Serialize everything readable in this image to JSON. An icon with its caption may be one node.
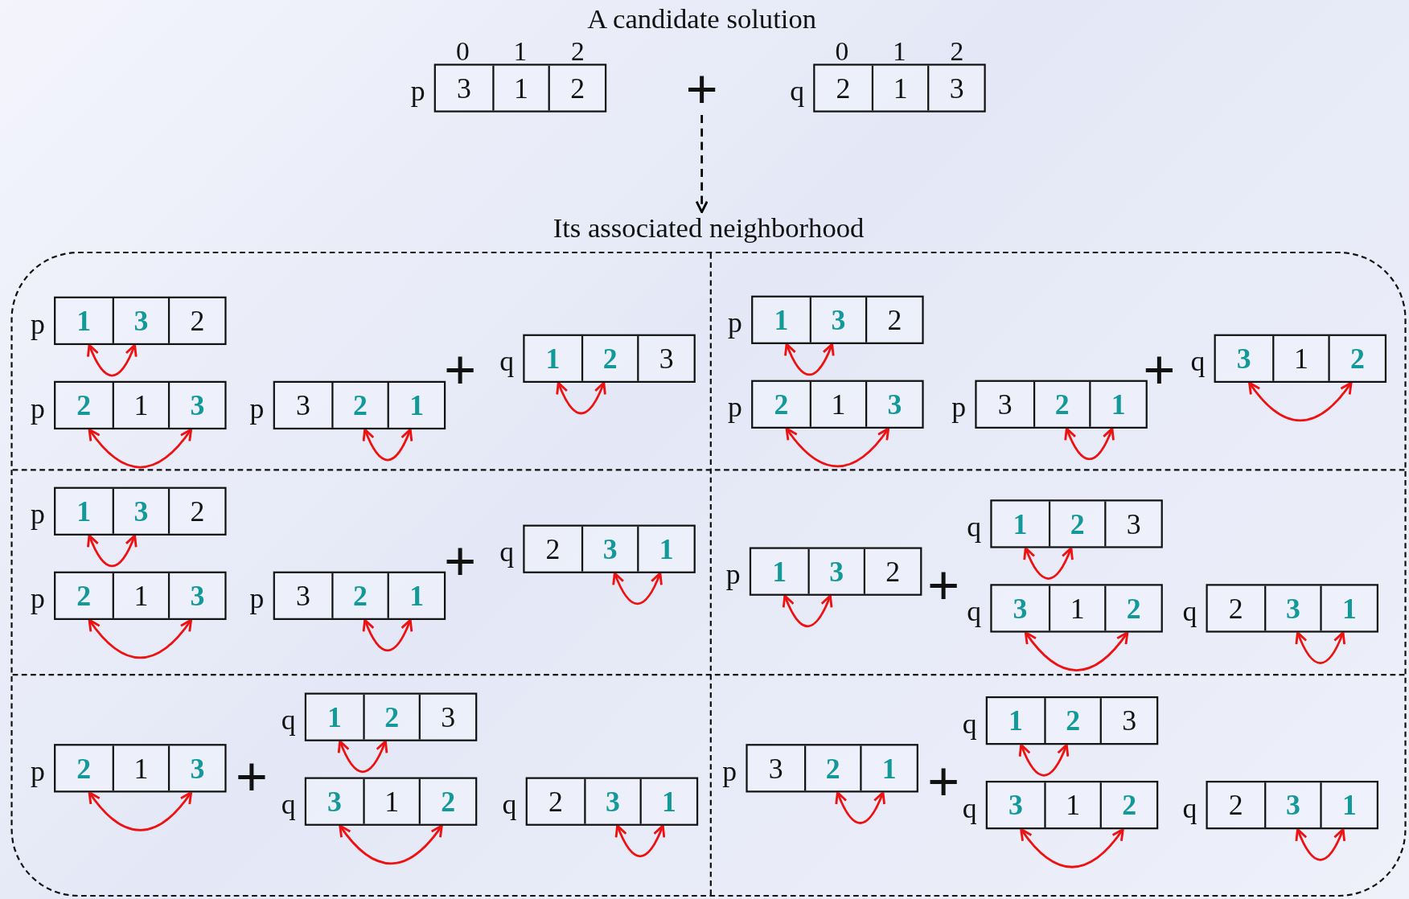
{
  "diagram": {
    "nodes": [
      {
        "text": [
          "A candidate solution"
        ]
      },
      {
        "text": [],
        "shape": "box",
        "in": 0,
        "beside": [
          "p"
        ]
      },
      {
        "text": [
          "3"
        ],
        "in": 1
      },
      {
        "text": [
          "1"
        ],
        "in": 1
      },
      {
        "text": [
          "2"
        ],
        "in": 1
      },
      {
        "text": [],
        "shape": "box",
        "in": 0,
        "beside": [
          "q"
        ]
      },
      {
        "text": [
          "2"
        ],
        "in": 5
      },
      {
        "text": [
          "1"
        ],
        "in": 5
      },
      {
        "text": [
          "3"
        ],
        "in": 5
      },
      {
        "text": [
          "Its associated neighborhood"
        ]
      },
      {
        "text": [],
        "shape": "box",
        "in": 9,
        "beside": [
          "p"
        ]
      },
      {
        "text": [
          "1"
        ],
        "in": 10
      },
      {
        "text": [
          "3"
        ],
        "in": 10
      },
      {
        "text": [
          "2"
        ],
        "in": 10
      },
      {
        "text": [],
        "shape": "box",
        "in": 9,
        "beside": [
          "p"
        ]
      },
      {
        "text": [
          "2"
        ],
        "in": 14
      },
      {
        "text": [
          "1"
        ],
        "in": 14
      },
      {
        "text": [
          "3"
        ],
        "in": 14
      },
      {
        "text": [],
        "shape": "box",
        "in": 9,
        "beside": [
          "p"
        ]
      },
      {
        "text": [
          "3"
        ],
        "in": 18
      },
      {
        "text": [
          "2"
        ],
        "in": 18
      },
      {
        "text": [
          "1"
        ],
        "in": 18
      },
      {
        "text": [],
        "shape": "box",
        "in": 9,
        "beside": [
          "q"
        ]
      },
      {
        "text": [
          "1"
        ],
        "in": 22
      },
      {
        "text": [
          "2"
        ],
        "in": 22
      },
      {
        "text": [
          "3"
        ],
        "in": 22
      },
      {
        "text": [],
        "shape": "box",
        "in": 9,
        "beside": [
          "p"
        ]
      },
      {
        "text": [
          "1"
        ],
        "in": 26
      },
      {
        "text": [
          "3"
        ],
        "in": 26
      },
      {
        "text": [
          "2"
        ],
        "in": 26
      },
      {
        "text": [],
        "shape": "box",
        "in": 9,
        "beside": [
          "p"
        ]
      },
      {
        "text": [
          "2"
        ],
        "in": 30
      },
      {
        "text": [
          "1"
        ],
        "in": 30
      },
      {
        "text": [
          "3"
        ],
        "in": 30
      },
      {
        "text": [],
        "shape": "box",
        "in": 9,
        "beside": [
          "p"
        ]
      },
      {
        "text": [
          "3"
        ],
        "in": 34
      },
      {
        "text": [
          "2"
        ],
        "in": 34
      },
      {
        "text": [
          "1"
        ],
        "in": 34
      },
      {
        "text": [],
        "shape": "box",
        "in": 9,
        "beside": [
          "q"
        ]
      },
      {
        "text": [
          "3"
        ],
        "in": 38
      },
      {
        "text": [
          "1"
        ],
        "in": 38
      },
      {
        "text": [
          "2"
        ],
        "in": 38
      },
      {
        "text": [],
        "shape": "box",
        "in": 9,
        "beside": [
          "p"
        ]
      },
      {
        "text": [
          "1"
        ],
        "in": 42
      },
      {
        "text": [
          "3"
        ],
        "in": 42
      },
      {
        "text": [
          "2"
        ],
        "in": 42
      },
      {
        "text": [],
        "shape": "box",
        "in": 9,
        "beside": [
          "p"
        ]
      },
      {
        "text": [
          "2"
        ],
        "in": 46
      },
      {
        "text": [
          "1"
        ],
        "in": 46
      },
      {
        "text": [
          "3"
        ],
        "in": 46
      },
      {
        "text": [],
        "shape": "box",
        "in": 9,
        "beside": [
          "p"
        ]
      },
      {
        "text": [
          "3"
        ],
        "in": 50
      },
      {
        "text": [
          "2"
        ],
        "in": 50
      },
      {
        "text": [
          "1"
        ],
        "in": 50
      },
      {
        "text": [],
        "shape": "box",
        "in": 9,
        "beside": [
          "q"
        ]
      },
      {
        "text": [
          "2"
        ],
        "in": 54
      },
      {
        "text": [
          "3"
        ],
        "in": 54
      },
      {
        "text": [
          "1"
        ],
        "in": 54
      },
      {
        "text": [],
        "shape": "box",
        "in": 9,
        "beside": [
          "q"
        ]
      },
      {
        "text": [
          "1"
        ],
        "in": 58
      },
      {
        "text": [
          "2"
        ],
        "in": 58
      },
      {
        "text": [
          "3"
        ],
        "in": 58
      },
      {
        "text": [],
        "shape": "box",
        "in": 9,
        "beside": [
          "p"
        ]
      },
      {
        "text": [
          "1"
        ],
        "in": 62
      },
      {
        "text": [
          "3"
        ],
        "in": 62
      },
      {
        "text": [
          "2"
        ],
        "in": 62
      },
      {
        "text": [],
        "shape": "box",
        "in": 9,
        "beside": [
          "q"
        ]
      },
      {
        "text": [
          "3"
        ],
        "in": 66
      },
      {
        "text": [
          "1"
        ],
        "in": 66
      },
      {
        "text": [
          "2"
        ],
        "in": 66
      },
      {
        "text": [],
        "shape": "box",
        "in": 9,
        "beside": [
          "q"
        ]
      },
      {
        "text": [
          "2"
        ],
        "in": 70
      },
      {
        "text": [
          "3"
        ],
        "in": 70
      },
      {
        "text": [
          "1"
        ],
        "in": 70
      },
      {
        "text": [],
        "shape": "box",
        "in": 9,
        "beside": [
          "q"
        ]
      },
      {
        "text": [
          "1"
        ],
        "in": 74
      },
      {
        "text": [
          "2"
        ],
        "in": 74
      },
      {
        "text": [
          "3"
        ],
        "in": 74
      },
      {
        "text": [],
        "shape": "box",
        "in": 9,
        "beside": [
          "p"
        ]
      },
      {
        "text": [
          "2"
        ],
        "in": 78
      },
      {
        "text": [
          "1"
        ],
        "in": 78
      },
      {
        "text": [
          "3"
        ],
        "in": 78
      },
      {
        "text": [],
        "shape": "box",
        "in": 9,
        "beside": [
          "q"
        ]
      },
      {
        "text": [
          "3"
        ],
        "in": 82
      },
      {
        "text": [
          "1"
        ],
        "in": 82
      },
      {
        "text": [
          "2"
        ],
        "in": 82
      },
      {
        "text": [],
        "shape": "box",
        "in": 9,
        "beside": [
          "q"
        ]
      },
      {
        "text": [
          "2"
        ],
        "in": 86
      },
      {
        "text": [
          "3"
        ],
        "in": 86
      },
      {
        "text": [
          "1"
        ],
        "in": 86
      },
      {
        "text": [],
        "shape": "box",
        "in": 9,
        "beside": [
          "q"
        ]
      },
      {
        "text": [
          "1"
        ],
        "in": 90
      },
      {
        "text": [
          "2"
        ],
        "in": 90
      },
      {
        "text": [
          "3"
        ],
        "in": 90
      },
      {
        "text": [],
        "shape": "box",
        "in": 9,
        "beside": [
          "p"
        ]
      },
      {
        "text": [
          "3"
        ],
        "in": 94
      },
      {
        "text": [
          "2"
        ],
        "in": 94
      },
      {
        "text": [
          "1"
        ],
        "in": 94
      },
      {
        "text": [],
        "shape": "box",
        "in": 9,
        "beside": [
          "q"
        ]
      },
      {
        "text": [
          "3"
        ],
        "in": 98
      },
      {
        "text": [
          "1"
        ],
        "in": 98
      },
      {
        "text": [
          "2"
        ],
        "in": 98
      },
      {
        "text": [],
        "shape": "box",
        "in": 9,
        "beside": [
          "q"
        ]
      },
      {
        "text": [
          "2"
        ],
        "in": 102
      },
      {
        "text": [
          "3"
        ],
        "in": 102
      },
      {
        "text": [
          "1"
        ],
        "in": 102
      }
    ],
    "edges": [
      {
        "from": 0,
        "to": 9,
        "arrow": "to",
        "style": "dashed",
        "color": "#000000"
      },
      {
        "from": 11,
        "to": 12,
        "arrow": "both"
      },
      {
        "from": 15,
        "to": 17,
        "arrow": "both"
      },
      {
        "from": 20,
        "to": 21,
        "arrow": "both"
      },
      {
        "from": 23,
        "to": 24,
        "arrow": "both"
      },
      {
        "from": 27,
        "to": 28,
        "arrow": "both"
      },
      {
        "from": 31,
        "to": 33,
        "arrow": "both"
      },
      {
        "from": 36,
        "to": 37,
        "arrow": "both"
      },
      {
        "from": 39,
        "to": 41,
        "arrow": "both"
      },
      {
        "from": 43,
        "to": 44,
        "arrow": "both"
      },
      {
        "from": 47,
        "to": 49,
        "arrow": "both"
      },
      {
        "from": 52,
        "to": 53,
        "arrow": "both"
      },
      {
        "from": 56,
        "to": 57,
        "arrow": "both"
      },
      {
        "from": 59,
        "to": 60,
        "arrow": "both"
      },
      {
        "from": 63,
        "to": 64,
        "arrow": "both"
      },
      {
        "from": 67,
        "to": 69,
        "arrow": "both"
      },
      {
        "from": 72,
        "to": 73,
        "arrow": "both"
      },
      {
        "from": 75,
        "to": 76,
        "arrow": "both"
      },
      {
        "from": 79,
        "to": 81,
        "arrow": "both"
      },
      {
        "from": 83,
        "to": 85,
        "arrow": "both"
      },
      {
        "from": 88,
        "to": 89,
        "arrow": "both"
      },
      {
        "from": 91,
        "to": 92,
        "arrow": "both"
      },
      {
        "from": 96,
        "to": 97,
        "arrow": "both"
      },
      {
        "from": 99,
        "to": 101,
        "arrow": "both"
      },
      {
        "from": 104,
        "to": 105,
        "arrow": "both"
      }
    ],
    "labels": [
      "0",
      "1",
      "2",
      "0",
      "1",
      "2",
      "+",
      "+",
      "+",
      "+",
      "+",
      "+",
      "+"
    ]
  }
}
